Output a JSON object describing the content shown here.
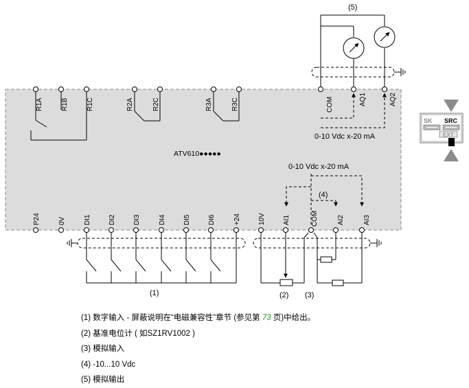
{
  "diagram": {
    "drive_label": "ATV610●●●●●",
    "top_terminals": [
      "R1A",
      "R1B",
      "R1C",
      "R2A",
      "R2C",
      "R3A",
      "R3C",
      "COM",
      "AQ1",
      "AQ2"
    ],
    "bottom_terminals": [
      "P24",
      "0V",
      "DI1",
      "DI2",
      "DI3",
      "DI4",
      "DI5",
      "DI6",
      "+24",
      "10V",
      "AI1",
      "COM",
      "AI2",
      "AI3"
    ],
    "analog_output_range": "0-10 Vdc x-20 mA",
    "analog_input_range": "0-10 Vdc x-20 mA",
    "callouts": {
      "c1": "(1)",
      "c2": "(2)",
      "c3": "(3)",
      "c4": "(4)",
      "c5": "(5)"
    },
    "switch": {
      "sk": "SK",
      "src": "SRC",
      "ext": "EXT"
    }
  },
  "notes": [
    {
      "text_before": "(1) 数字输入 - 屏蔽说明在“电磁兼容性”章节 (参见第 ",
      "page": "73",
      "text_after": " 页)中给出。"
    },
    {
      "text": "(2) 基准电位计 ( 如SZ1RV1002 )"
    },
    {
      "text": "(3) 模拟输入"
    },
    {
      "text": "(4) -10...10 Vdc"
    },
    {
      "text": "(5) 模拟输出"
    }
  ],
  "colors": {
    "panel": "#dcdcdc",
    "green_page": "#2e8b2e",
    "arrow_gray": "#8c8c8c"
  }
}
